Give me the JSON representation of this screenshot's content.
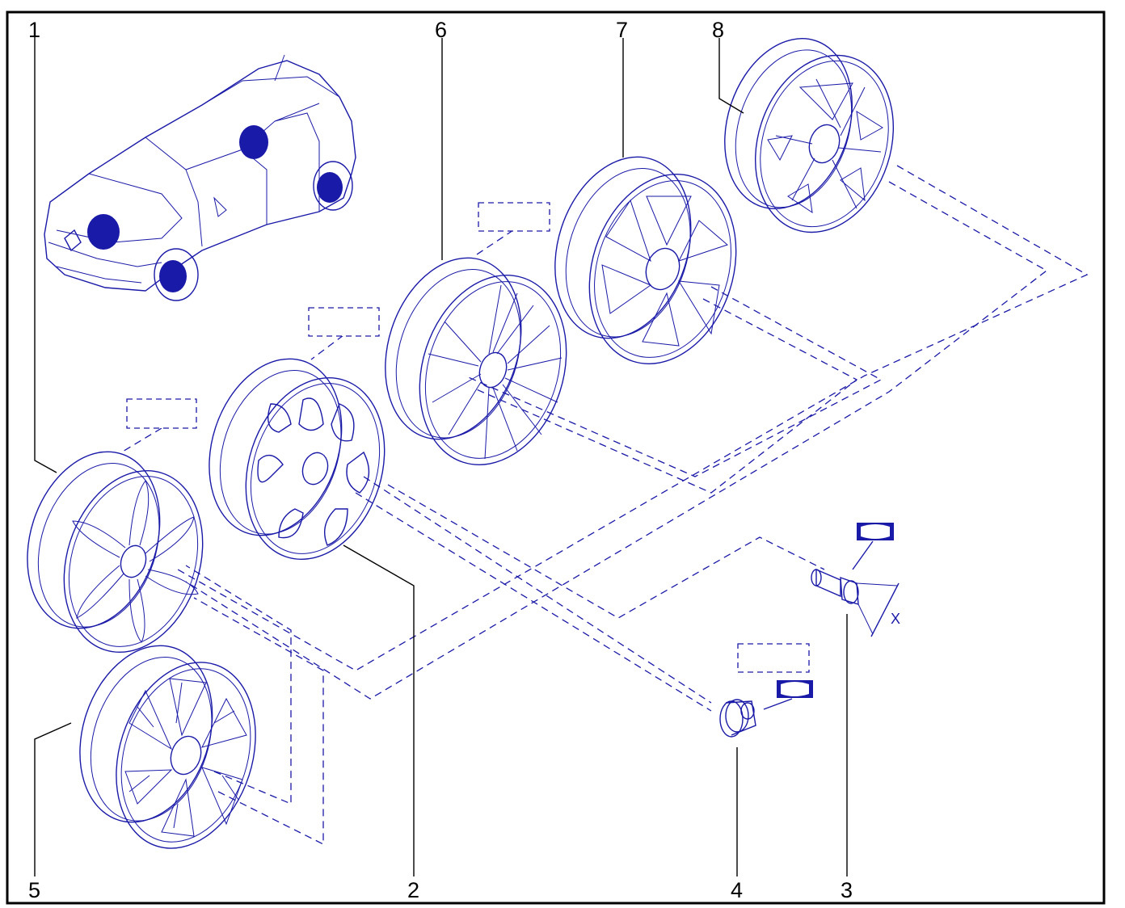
{
  "diagram": {
    "callouts": {
      "c1": "1",
      "c2": "2",
      "c3": "3",
      "c4": "4",
      "c5": "5",
      "c6": "6",
      "c7": "7",
      "c8": "8"
    },
    "dimension_label": "X",
    "colors": {
      "line": "#1a1aa8",
      "frame": "#000000",
      "background": "#ffffff"
    }
  }
}
